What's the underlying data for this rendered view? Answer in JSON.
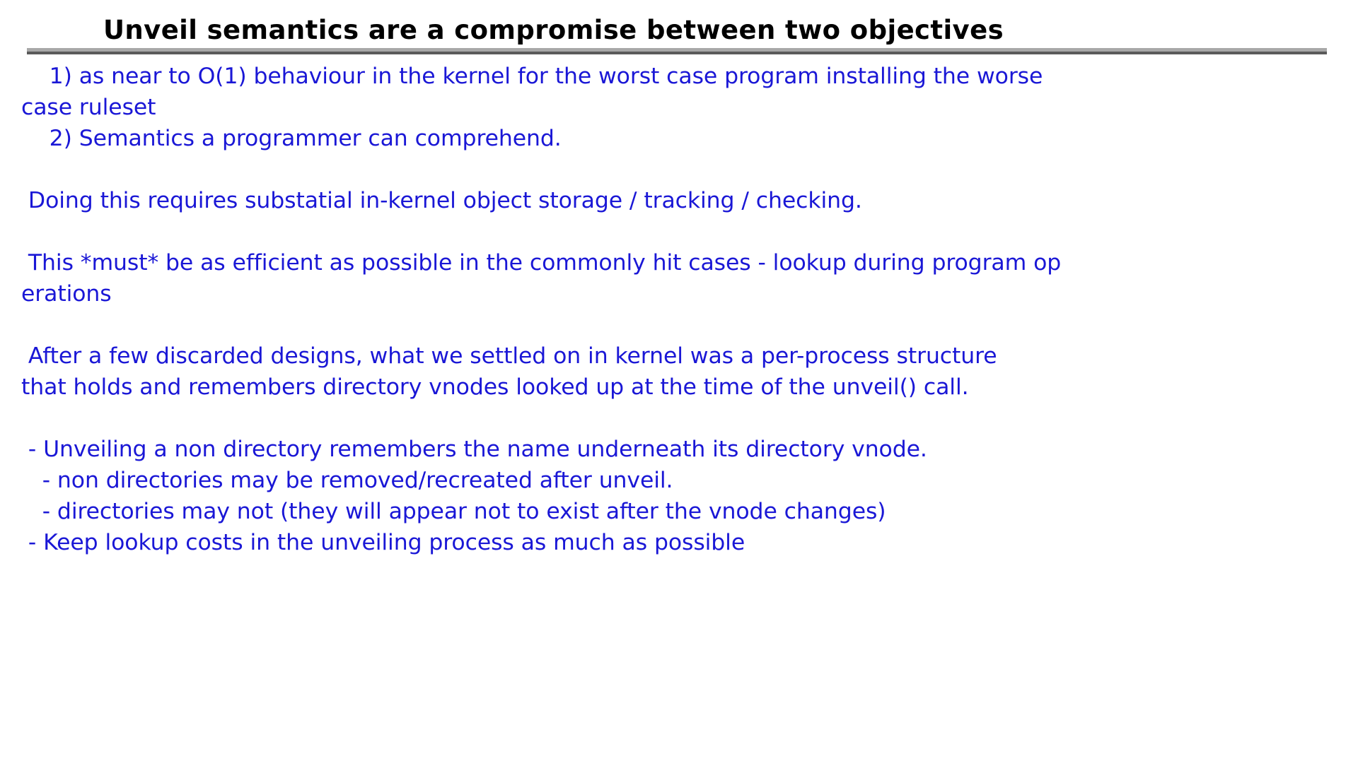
{
  "slide": {
    "title": "Unveil semantics are a compromise between two objectives",
    "title_color": "#000000",
    "body_color": "#1a17d6",
    "background_color": "#ffffff",
    "rule_color_top": "#a8a8a8",
    "rule_color_bottom": "#5a5a5a",
    "lines": [
      {
        "id": "objective-1-a",
        "text": "    1) as near to O(1) behaviour in the kernel for the worst case program installing the worse",
        "kind": "text"
      },
      {
        "id": "objective-1-b",
        "text": "case ruleset",
        "kind": "text"
      },
      {
        "id": "objective-2",
        "text": "    2) Semantics a programmer can comprehend.",
        "kind": "text"
      },
      {
        "id": "gap-1",
        "text": "",
        "kind": "blank"
      },
      {
        "id": "storage-note",
        "text": " Doing this requires substatial in-kernel object storage / tracking / checking.",
        "kind": "text"
      },
      {
        "id": "gap-2",
        "text": "",
        "kind": "blank"
      },
      {
        "id": "efficiency-a",
        "text": " This *must* be as efficient as possible in the commonly hit cases - lookup during program op",
        "kind": "text"
      },
      {
        "id": "efficiency-b",
        "text": "erations",
        "kind": "text"
      },
      {
        "id": "gap-3",
        "text": "",
        "kind": "blank"
      },
      {
        "id": "design-a",
        "text": " After a few discarded designs, what we settled on in kernel was a per-process structure",
        "kind": "text"
      },
      {
        "id": "design-b",
        "text": "that holds and remembers directory vnodes looked up at the time of the unveil() call.",
        "kind": "text"
      },
      {
        "id": "gap-4",
        "text": "",
        "kind": "blank"
      },
      {
        "id": "bullet-unveil-nondir",
        "text": " - Unveiling a non directory remembers the name underneath its directory vnode.",
        "kind": "text"
      },
      {
        "id": "bullet-nondir-recreate",
        "text": "   - non directories may be removed/recreated after unveil.",
        "kind": "text"
      },
      {
        "id": "bullet-dir-not",
        "text": "   - directories may not (they will appear not to exist after the vnode changes)",
        "kind": "text"
      },
      {
        "id": "bullet-keep-lookup",
        "text": " - Keep lookup costs in the unveiling process as much as possible",
        "kind": "text"
      }
    ]
  }
}
